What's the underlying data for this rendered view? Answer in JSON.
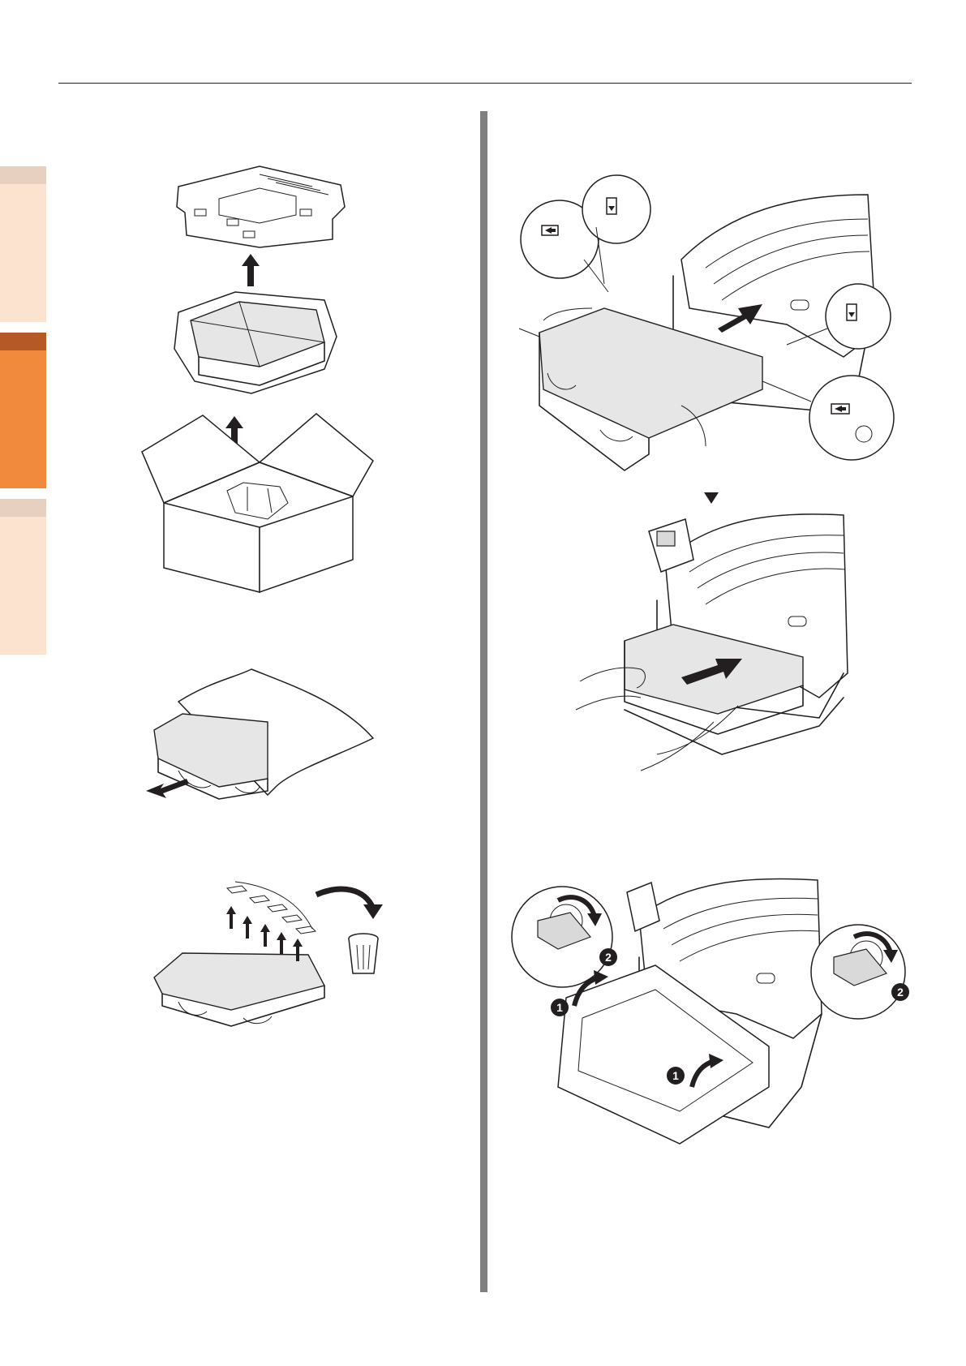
{
  "page": {
    "header_text": "",
    "colors": {
      "accent_orange": "#f18a3c",
      "accent_dark_orange": "#b55a26",
      "tab_light": "#fce3cf",
      "divider_gray": "#808080"
    }
  },
  "side_tabs": [
    {
      "state": "inactive"
    },
    {
      "state": "active"
    },
    {
      "state": "inactive"
    }
  ],
  "figures": {
    "callout_number_1": "1",
    "callout_number_2": "2"
  }
}
